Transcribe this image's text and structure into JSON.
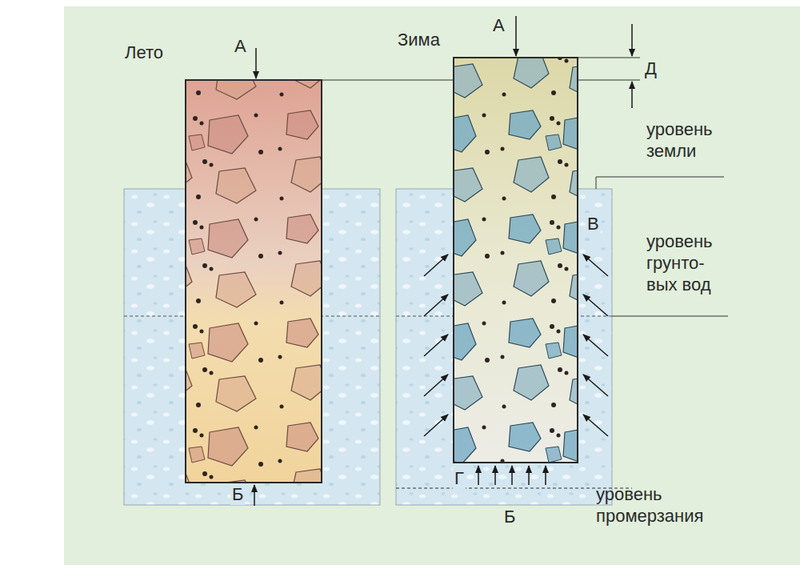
{
  "diagram": {
    "labels": [
      "Лето",
      "А",
      "Зима",
      "А",
      "Д",
      "уровень земли",
      "В",
      "уровень грунто-вых вод",
      "Г",
      "Б",
      "Б",
      "уровень промерзания"
    ]
  }
}
